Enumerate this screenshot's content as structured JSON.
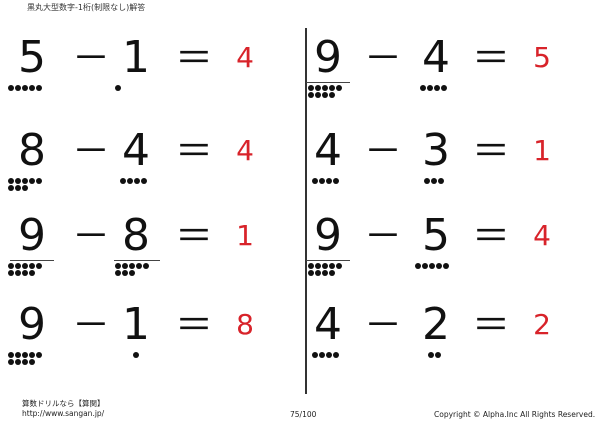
{
  "header": {
    "title": "黒丸大型数字-1桁(制限なし)解答"
  },
  "colors": {
    "answer": "#d8232a",
    "ink": "#111111"
  },
  "problems": [
    {
      "a": "5",
      "op": "－",
      "b": "1",
      "eq": "＝",
      "answer": "4"
    },
    {
      "a": "8",
      "op": "－",
      "b": "4",
      "eq": "＝",
      "answer": "4"
    },
    {
      "a": "9",
      "op": "－",
      "b": "8",
      "eq": "＝",
      "answer": "1"
    },
    {
      "a": "9",
      "op": "－",
      "b": "1",
      "eq": "＝",
      "answer": "8"
    },
    {
      "a": "9",
      "op": "－",
      "b": "4",
      "eq": "＝",
      "answer": "5"
    },
    {
      "a": "4",
      "op": "－",
      "b": "3",
      "eq": "＝",
      "answer": "1"
    },
    {
      "a": "9",
      "op": "－",
      "b": "5",
      "eq": "＝",
      "answer": "4"
    },
    {
      "a": "4",
      "op": "－",
      "b": "2",
      "eq": "＝",
      "answer": "2"
    }
  ],
  "footer": {
    "brand": "算数ドリルなら【算関】",
    "url": "http://www.sangan.jp/",
    "page": "75/100",
    "copyright": "Copyright © Alpha.Inc All Rights Reserved."
  }
}
